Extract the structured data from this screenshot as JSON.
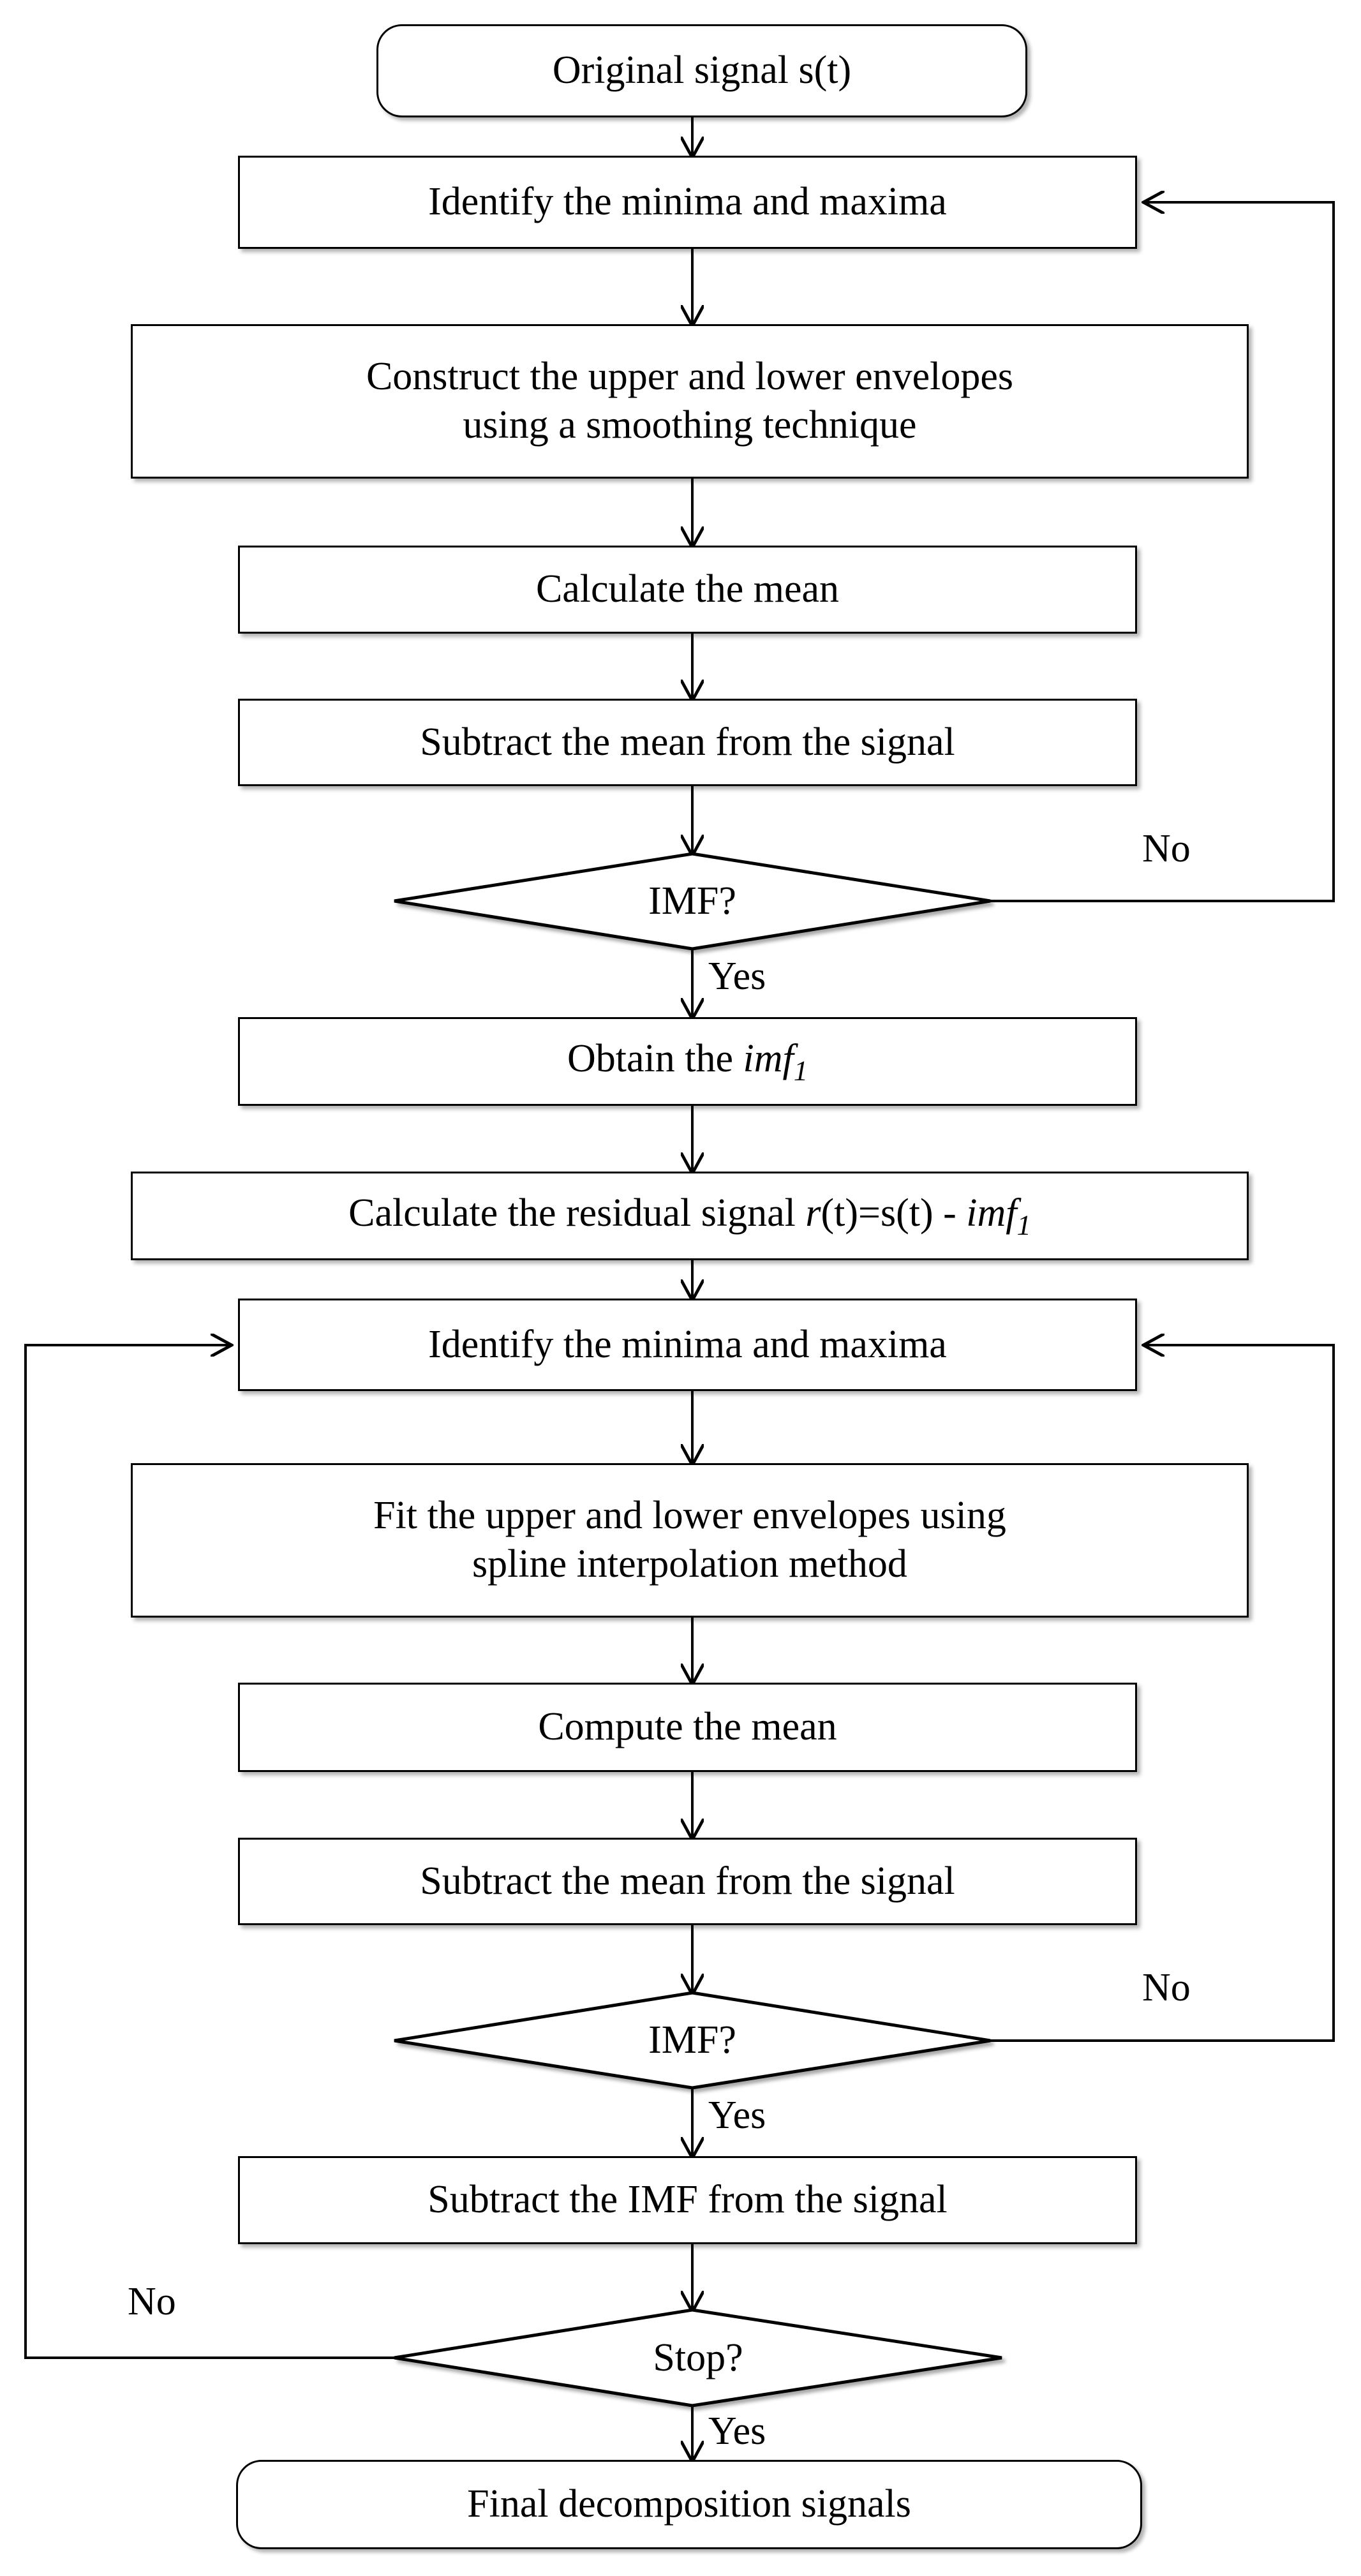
{
  "diagram": {
    "title": "Empirical Mode Decomposition (EMD) flowchart",
    "type": "flowchart",
    "background_color": "#ffffff",
    "line_color": "#000000",
    "text_color": "#000000"
  },
  "nodes": {
    "original_signal": {
      "label": "Original signal s(t)",
      "shape": "terminator"
    },
    "identify_extrema_1": {
      "label": "Identify the minima and maxima",
      "shape": "process"
    },
    "construct_envelopes": {
      "label": "Construct the upper and lower envelopes\nusing a smoothing technique",
      "shape": "process"
    },
    "calculate_mean": {
      "label": "Calculate the mean",
      "shape": "process"
    },
    "subtract_mean_1": {
      "label": "Subtract the mean from the signal",
      "shape": "process"
    },
    "imf_decision_1": {
      "label": "IMF?",
      "shape": "decision"
    },
    "obtain_imf1": {
      "label_prefix": "Obtain the ",
      "label_math": "imf",
      "label_sub": "1",
      "shape": "process"
    },
    "residual_signal": {
      "label_prefix": "Calculate the residual signal ",
      "label_r": "r",
      "label_mid": "(t)=s(t) - ",
      "label_math": "imf",
      "label_sub": "1",
      "shape": "process"
    },
    "identify_extrema_2": {
      "label": "Identify the minima and maxima",
      "shape": "process"
    },
    "fit_envelopes": {
      "label": "Fit the upper and lower envelopes using\nspline interpolation method",
      "shape": "process"
    },
    "compute_mean": {
      "label": "Compute the mean",
      "shape": "process"
    },
    "subtract_mean_2": {
      "label": "Subtract the mean from the signal",
      "shape": "process"
    },
    "imf_decision_2": {
      "label": "IMF?",
      "shape": "decision"
    },
    "subtract_imf": {
      "label": "Subtract the IMF from the signal",
      "shape": "process"
    },
    "stop_decision": {
      "label": "Stop?",
      "shape": "decision"
    },
    "final_signals": {
      "label": "Final decomposition signals",
      "shape": "terminator"
    }
  },
  "edge_labels": {
    "imf1_no": "No",
    "imf1_yes": "Yes",
    "imf2_no": "No",
    "imf2_yes": "Yes",
    "stop_no": "No",
    "stop_yes": "Yes"
  }
}
